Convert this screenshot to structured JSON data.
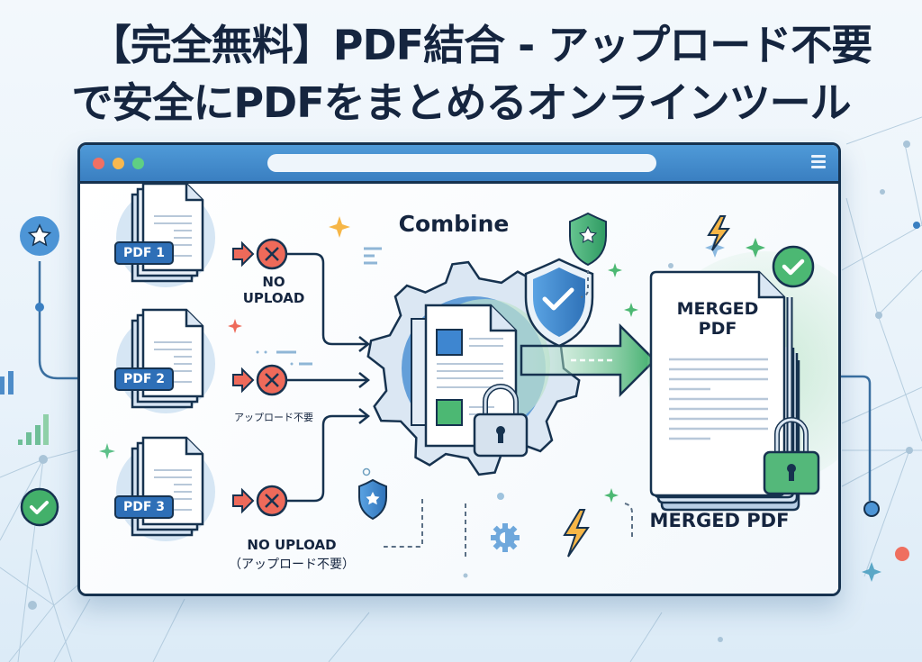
{
  "headline": {
    "line1": "【完全無料】PDF結合 - アップロード不要",
    "line2": "で安全にPDFをまとめるオンラインツール"
  },
  "window": {
    "traffic_lights": [
      "close",
      "minimize",
      "maximize"
    ],
    "colors": {
      "titlebar": "#3f86c8",
      "border": "#16324f",
      "close": "#f07063",
      "minimize": "#f7b850",
      "maximize": "#5fcf84"
    },
    "menu_icon": "hamburger-icon"
  },
  "inputs": [
    {
      "tag": "PDF 1",
      "caption": "NO\nUPLOAD",
      "caption_lines": [
        "NO",
        "UPLOAD"
      ]
    },
    {
      "tag": "PDF 2",
      "caption_lines": [
        "アップロード不要"
      ]
    },
    {
      "tag": "PDF 3",
      "caption_lines": [
        "NO UPLOAD",
        "（アップロード不要）"
      ]
    }
  ],
  "center": {
    "title": "Combine",
    "icons": [
      "gear-icon",
      "shield-check-icon",
      "shield-star-icon",
      "padlock-icon",
      "document-icon"
    ]
  },
  "output": {
    "doc_title_lines": [
      "MERGED",
      "PDF"
    ],
    "caption": "MERGED PDF",
    "icons": [
      "check-badge-icon",
      "padlock-icon",
      "lightning-icon"
    ]
  },
  "colors": {
    "accent_blue": "#3a7fc1",
    "accent_green": "#4cb873",
    "no_upload_red": "#ee6a5a",
    "lightning": "#f6b647",
    "ink": "#15253f"
  }
}
